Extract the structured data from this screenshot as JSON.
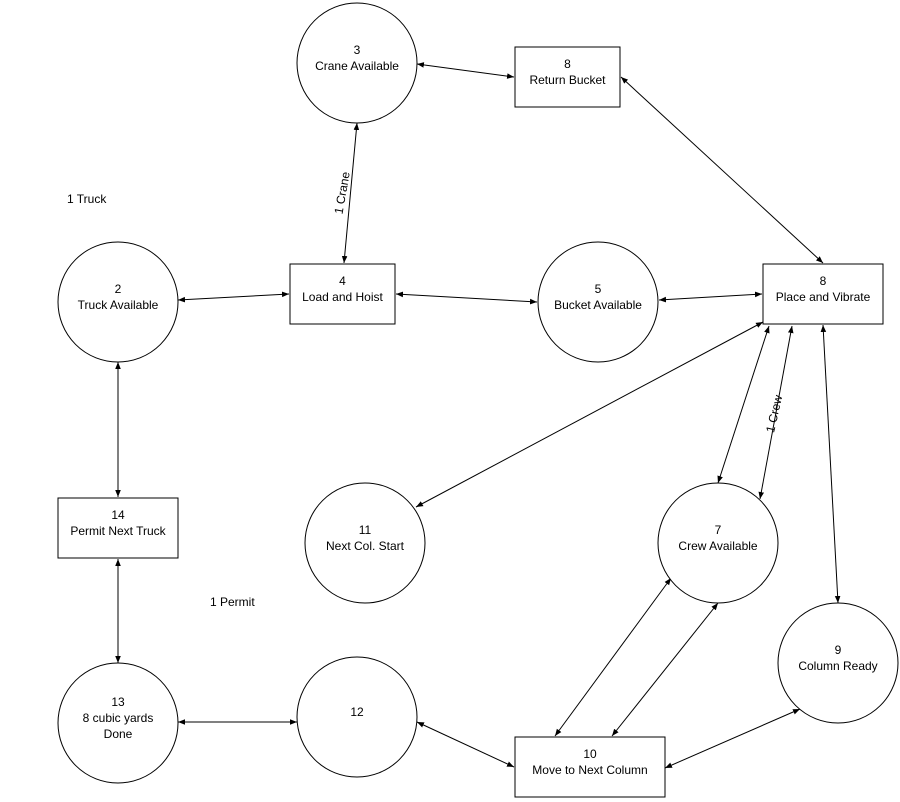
{
  "diagram": {
    "nodes": [
      {
        "id": "n3",
        "shape": "circle",
        "lines": [
          "3",
          "Crane Available"
        ]
      },
      {
        "id": "n8a",
        "shape": "rect",
        "lines": [
          "8",
          "Return Bucket"
        ]
      },
      {
        "id": "n2",
        "shape": "circle",
        "lines": [
          "2",
          "Truck Available"
        ]
      },
      {
        "id": "n4",
        "shape": "rect",
        "lines": [
          "4",
          "Load and Hoist"
        ]
      },
      {
        "id": "n5",
        "shape": "circle",
        "lines": [
          "5",
          "Bucket Available"
        ]
      },
      {
        "id": "n8b",
        "shape": "rect",
        "lines": [
          "8",
          "Place and Vibrate"
        ]
      },
      {
        "id": "n14",
        "shape": "rect",
        "lines": [
          "14",
          "Permit Next Truck"
        ]
      },
      {
        "id": "n11",
        "shape": "circle",
        "lines": [
          "11",
          "Next Col. Start"
        ]
      },
      {
        "id": "n7",
        "shape": "circle",
        "lines": [
          "7",
          "Crew Available"
        ]
      },
      {
        "id": "n9",
        "shape": "circle",
        "lines": [
          "9",
          "Column Ready"
        ]
      },
      {
        "id": "n13",
        "shape": "circle",
        "lines": [
          "13",
          "8 cubic yards",
          "Done"
        ]
      },
      {
        "id": "n12",
        "shape": "circle",
        "lines": [
          "12"
        ]
      },
      {
        "id": "n10",
        "shape": "rect",
        "lines": [
          "10",
          "Move to Next Column"
        ]
      }
    ],
    "edges": [
      {
        "id": "e-3-8a",
        "from": "n3",
        "to": "n8a",
        "label": ""
      },
      {
        "id": "e-4-3",
        "from": "n4",
        "to": "n3",
        "label": "1 Crane"
      },
      {
        "id": "e-8a-8b",
        "from": "n8a",
        "to": "n8b",
        "label": ""
      },
      {
        "id": "e-2-4",
        "from": "n2",
        "to": "n4",
        "label": ""
      },
      {
        "id": "e-4-5",
        "from": "n4",
        "to": "n5",
        "label": ""
      },
      {
        "id": "e-5-8b",
        "from": "n5",
        "to": "n8b",
        "label": ""
      },
      {
        "id": "e-2-14",
        "from": "n2",
        "to": "n14",
        "label": ""
      },
      {
        "id": "e-8b-11",
        "from": "n8b",
        "to": "n11",
        "label": ""
      },
      {
        "id": "e-8b-7a",
        "from": "n8b",
        "to": "n7",
        "label": ""
      },
      {
        "id": "e-8b-7b",
        "from": "n8b",
        "to": "n7",
        "label": "1 Crew"
      },
      {
        "id": "e-8b-9",
        "from": "n8b",
        "to": "n9",
        "label": ""
      },
      {
        "id": "e-14-13",
        "from": "n14",
        "to": "n13",
        "label": ""
      },
      {
        "id": "e-13-12",
        "from": "n13",
        "to": "n12",
        "label": ""
      },
      {
        "id": "e-12-10",
        "from": "n12",
        "to": "n10",
        "label": ""
      },
      {
        "id": "e-10-7a",
        "from": "n10",
        "to": "n7",
        "label": ""
      },
      {
        "id": "e-10-7b",
        "from": "n10",
        "to": "n7",
        "label": ""
      },
      {
        "id": "e-10-9",
        "from": "n10",
        "to": "n9",
        "label": ""
      }
    ],
    "notes": {
      "truck": "1 Truck",
      "permit": "1 Permit"
    }
  }
}
